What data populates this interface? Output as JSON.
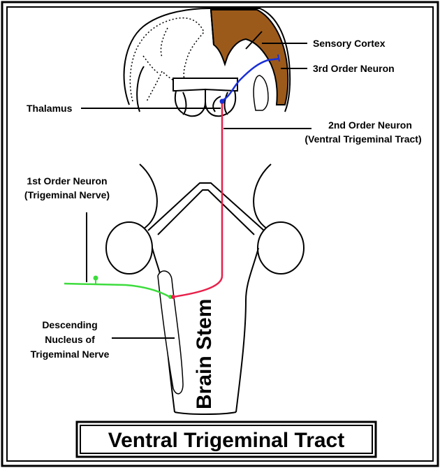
{
  "title": "Ventral Trigeminal Tract",
  "labels": {
    "sensory_cortex": "Sensory Cortex",
    "third_order": "3rd Order Neuron",
    "thalamus": "Thalamus",
    "second_order_1": "2nd Order Neuron",
    "second_order_2": "(Ventral Trigeminal Tract)",
    "first_order_1": "1st Order Neuron",
    "first_order_2": "(Trigeminal Nerve)",
    "nucleus_1": "Descending",
    "nucleus_2": "Nucleus of",
    "nucleus_3": "Trigeminal Nerve",
    "brain_stem": "Brain Stem"
  },
  "colors": {
    "cortex": "#9c5a1a",
    "first_order": "#3ddc3d",
    "second_order": "#e8204a",
    "third_order": "#1a2fd6"
  }
}
